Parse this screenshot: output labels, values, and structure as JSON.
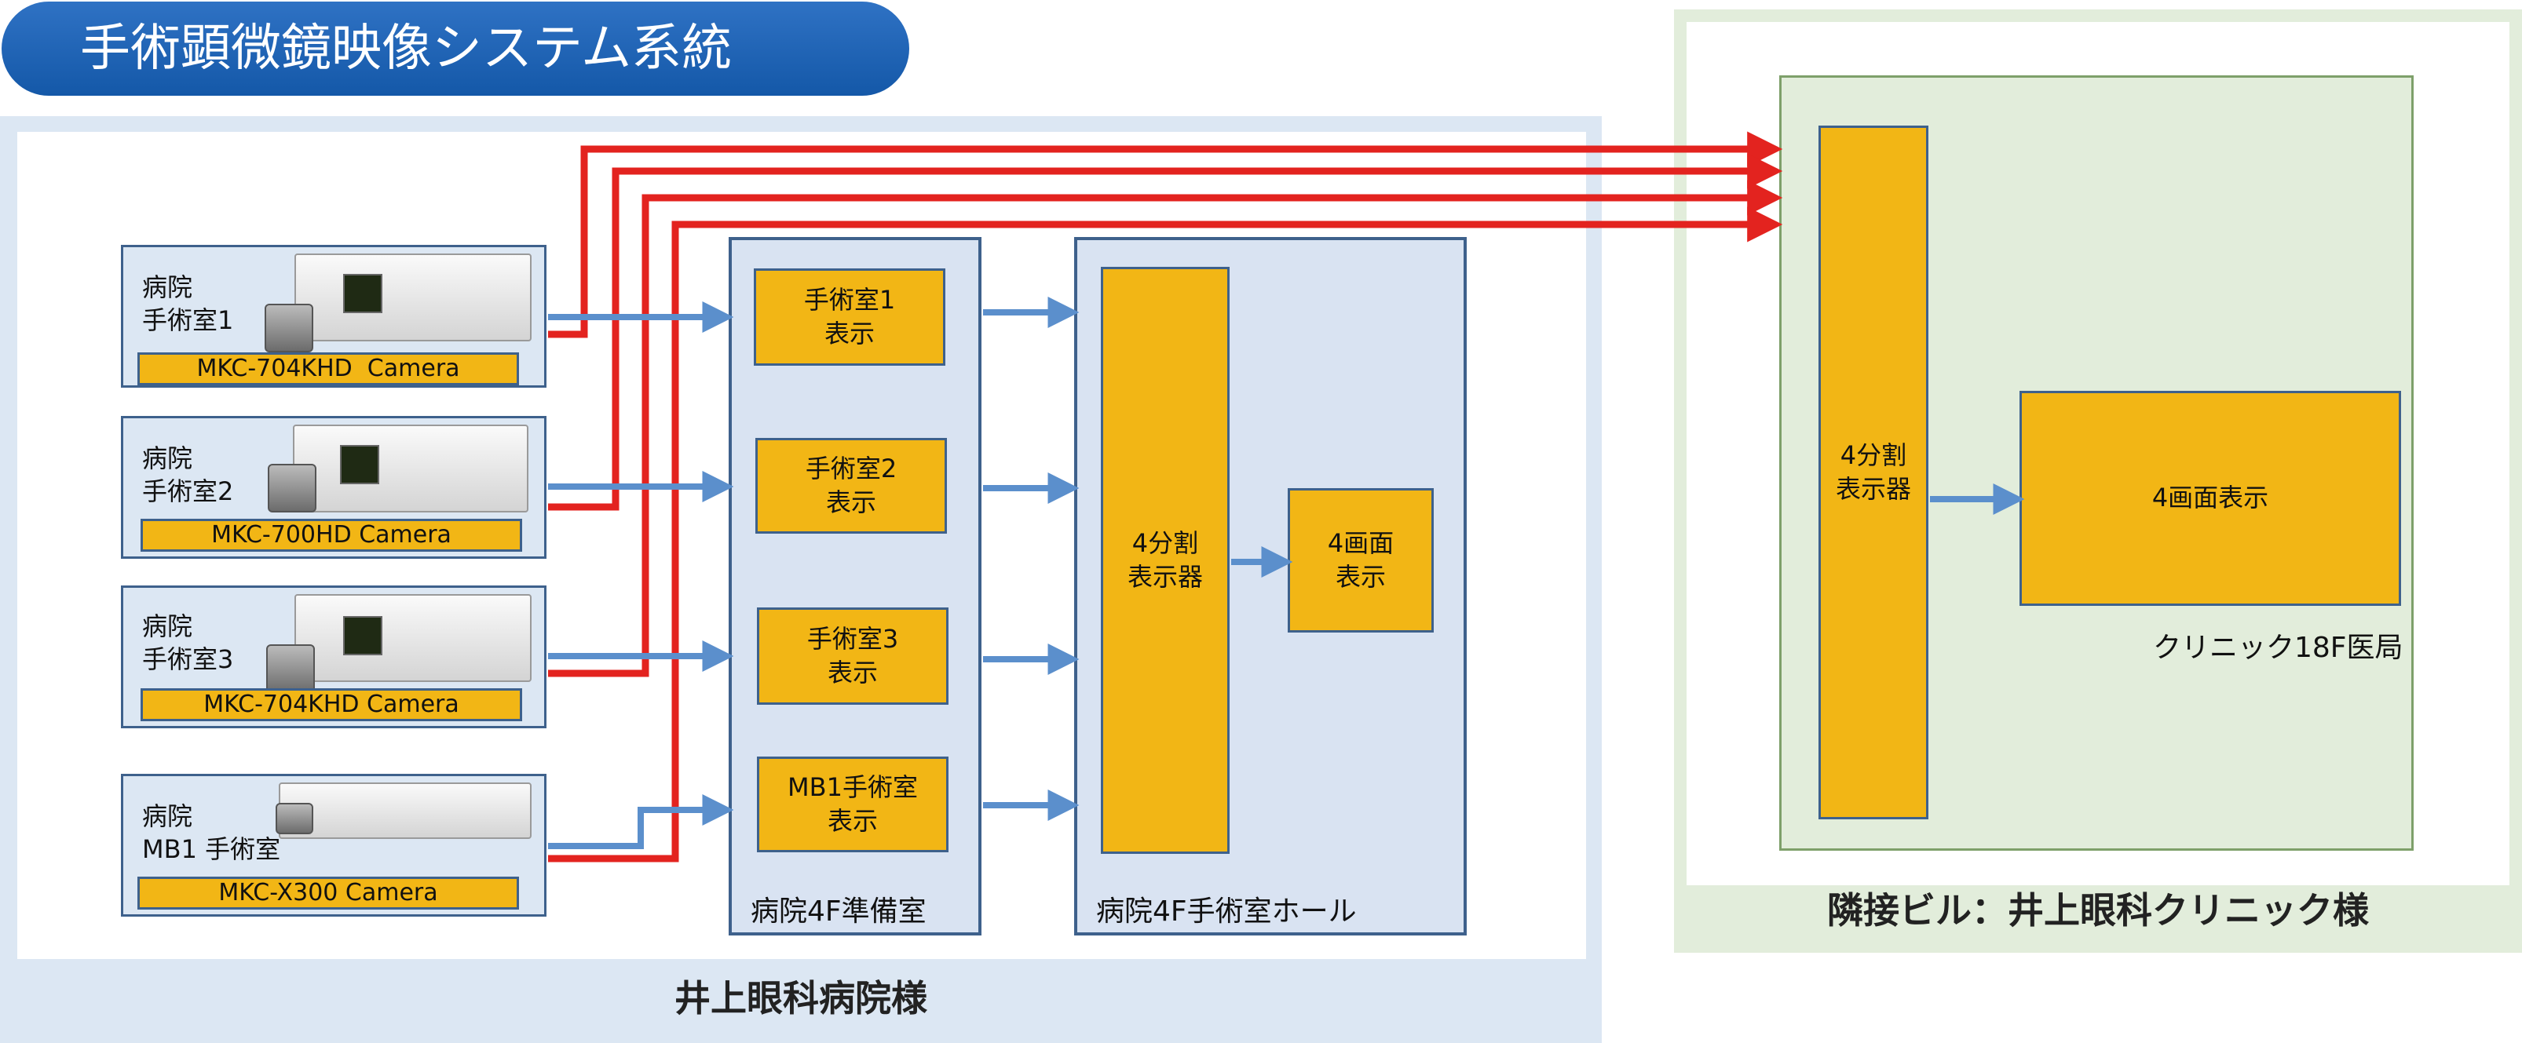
{
  "title": "手術顕微鏡映像システム系統",
  "hospital": {
    "name": "井上眼科病院様",
    "cameras": [
      {
        "room": "病院\n手術室1",
        "model": "MKC-704KHD  Camera"
      },
      {
        "room": "病院\n手術室2",
        "model": "MKC-700HD Camera"
      },
      {
        "room": "病院\n手術室3",
        "model": "MKC-704KHD Camera"
      },
      {
        "room": "病院\nMB1 手術室",
        "model": "MKC-X300 Camera"
      }
    ],
    "prep_room": {
      "label": "病院4F準備室",
      "displays": [
        "手術室1\n表示",
        "手術室2\n表示",
        "手術室3\n表示",
        "MB1手術室\n表示"
      ]
    },
    "hall": {
      "label": "病院4F手術室ホール",
      "splitter": "4分割\n表示器",
      "quad_display": "4画面\n表示"
    }
  },
  "clinic": {
    "name": "隣接ビル：井上眼科クリニック様",
    "room_label": "クリニック18F医局",
    "splitter": "4分割\n表示器",
    "quad_display": "4画面表示"
  },
  "colors": {
    "accent_blue": "#5b8fcc",
    "signal_red": "#e3231f",
    "box_yellow": "#f2b615",
    "frame_blue": "#3e618c"
  }
}
